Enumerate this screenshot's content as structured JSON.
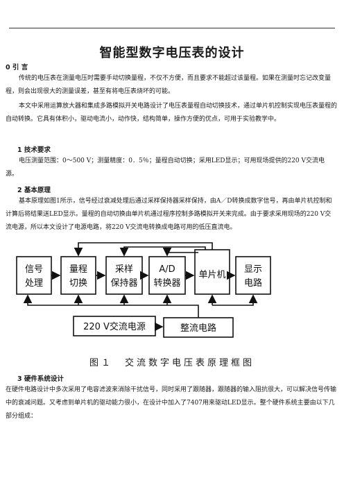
{
  "title": "智能型数字电压表的设计",
  "sections": {
    "intro_heading": "0 引 言",
    "intro_p1": "传统的电压表在测量电压时需要手动切换量程，不仅不方便，而且要求不能超过该量程。如果在测量时忘记改变量程，则会出现很大的测量误差，甚至有将电压表烧坏的可能。",
    "intro_p2": "本文中采用运算放大器和集成多路模拟开关电路设计了电压表量程自动切换技术，通过单片机控制实现电压表量程的自动转换。它具有体积小，驱动电流小，动作快，结构简单，操作方便的优点，可用于实验教学中。",
    "tech_heading": "1 技术要求",
    "tech_p": "电压测量范围：0～500 V；测量精度：0．5％；量程自动切换；采用LED显示；可用现场提供的220 V交流电源。",
    "principle_heading": "2 基本原理",
    "principle_p": "基本原理如图1所示，信号经过衰减处理后通过采样保持器采样保持，由A／D转换成数字信号，再由单片机控制和计算后将结果送LED显示。量程的自动切换由单片机通过程序控制多路模拟开关来完成。由于要求采用现场的220 V交流电源，所以本文设计了电源电路，将220 V交流电转换成电路可用的低压直流电。",
    "hardware_heading": "3 硬件系统设计",
    "hardware_p": "在硬件电路设计中多次采用了电容滤波来消除干扰信号，同时采用了跟随器，跟随器的输入阻抗很大，可以解决信号传输中的衰减问题。又考虑到单片机的驱动能力很小，在设计中加入了7407用来驱动LED显示。整个硬件系统主要由以下几部分组成："
  },
  "figure": {
    "blocks": {
      "signal": [
        "信号",
        "处理"
      ],
      "range": [
        "量程",
        "切换"
      ],
      "sample": [
        "采样",
        "保持器"
      ],
      "adc": [
        "A/D",
        "转换器"
      ],
      "mcu": "单片机",
      "display": [
        "显示",
        "电路"
      ],
      "power": "220 V交流电源",
      "rectifier": "整流电路"
    },
    "caption": "图１　交流数字电压表原理框图"
  }
}
